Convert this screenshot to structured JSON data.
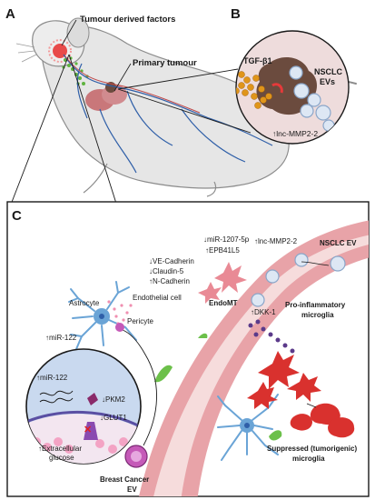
{
  "panels": {
    "a": {
      "letter": "A",
      "tumour_factors": "Tumour derived factors",
      "primary_tumour": "Primary tumour"
    },
    "b": {
      "letter": "B",
      "tgf": "TGF-β1",
      "nsclc_line1": "NSCLC",
      "nsclc_line2": "EVs",
      "lnc": "↑lnc-MMP2-2"
    },
    "c": {
      "letter": "C",
      "mir1207": "↓miR-1207-5p",
      "epb41l5": "↑EPB41L5",
      "ve_cadherin": "↓VE-Cadherin",
      "claudin": "↓Claudin-5",
      "ncadherin": "↑N-Cadherin",
      "endomt": "EndoMT",
      "endothelial_cell": "Endothelial cell",
      "astrocyte": "Astrocyte",
      "pericyte": "Pericyte",
      "mir122": "↑miR-122",
      "nsclc_ev": "NSCLC EV",
      "lnc_mmp2": "↑lnc-MMP2-2",
      "dkk1": "↑DKK-1",
      "proinflam_1": "Pro-inflammatory",
      "proinflam_2": "microglia",
      "suppressed_1": "Suppressed (tumorigenic)",
      "suppressed_2": "microglia",
      "inset_mir122": "↑miR-122",
      "pkm2": "↓PKM2",
      "glut1": "↓GLUT1",
      "extracellular_1": "↑Extracellular",
      "extracellular_2": "glucose",
      "breast_1": "Breast Cancer",
      "breast_2": "EV"
    }
  },
  "colors": {
    "mouse_body": "#e6e6e6",
    "vessel_wall": "#e8a3a8",
    "vessel_lumen": "#f6dcdc",
    "astrocyte": "#6aa4d6",
    "microglia": "#d9312e",
    "tgf_beads": "#e0951a",
    "tumour": "#6b4b3e",
    "ev": "#b9cde6",
    "breast_ev": "#c55ab8",
    "inset_bg": "#c9d9ef"
  }
}
